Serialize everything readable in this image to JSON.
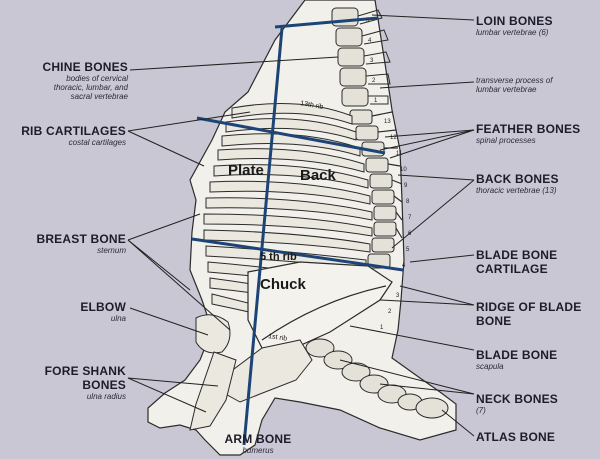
{
  "labels_left": [
    {
      "id": "chine",
      "title": "CHINE BONES",
      "sub": "bodies of cervical\nthoracic, lumbar, and\nsacral vertebrae"
    },
    {
      "id": "rib",
      "title": "RIB CARTILAGES",
      "sub": "costal cartilages"
    },
    {
      "id": "breast",
      "title": "BREAST BONE",
      "sub": "sternum"
    },
    {
      "id": "elbow",
      "title": "ELBOW",
      "sub": "ulna"
    },
    {
      "id": "foreshank",
      "title": "FORE SHANK\nBONES",
      "sub": "ulna radius"
    }
  ],
  "labels_right": [
    {
      "id": "loin",
      "title": "LOIN BONES",
      "sub": "lumbar vertebrae (6)"
    },
    {
      "id": "transverse",
      "title": "",
      "sub": "transverse process of\nlumbar vertebrae"
    },
    {
      "id": "feather",
      "title": "FEATHER BONES",
      "sub": "spinal processes"
    },
    {
      "id": "back",
      "title": "BACK BONES",
      "sub": "thoracic vertebrae (13)"
    },
    {
      "id": "bladecart",
      "title": "BLADE BONE\nCARTILAGE",
      "sub": ""
    },
    {
      "id": "ridge",
      "title": "RIDGE OF BLADE\nBONE",
      "sub": ""
    },
    {
      "id": "blade",
      "title": "BLADE BONE",
      "sub": "scapula"
    },
    {
      "id": "neck",
      "title": "NECK BONES",
      "sub": "(7)"
    },
    {
      "id": "atlas",
      "title": "ATLAS BONE",
      "sub": ""
    }
  ],
  "label_bottom": {
    "id": "arm",
    "title": "ARM BONE",
    "sub": "humerus"
  },
  "cuts": [
    {
      "id": "plate",
      "text": "Plate"
    },
    {
      "id": "back",
      "text": "Back"
    },
    {
      "id": "chuck",
      "text": "Chuck"
    },
    {
      "id": "fifth-rib",
      "text": "5 th rib"
    }
  ],
  "rib_marks": [
    "13th rib",
    "1st rib"
  ],
  "vertebra_numbers": [
    "5",
    "4",
    "3",
    "2",
    "1",
    "13",
    "12",
    "11",
    "10",
    "9",
    "8",
    "7",
    "6",
    "5",
    "4",
    "3",
    "2",
    "1"
  ],
  "colors": {
    "background": "#c9c7d3",
    "carcass": "#f2f0ea",
    "cut_lines": "#1d4476",
    "leader": "#222222",
    "bone_outline": "#2b2b2b"
  }
}
